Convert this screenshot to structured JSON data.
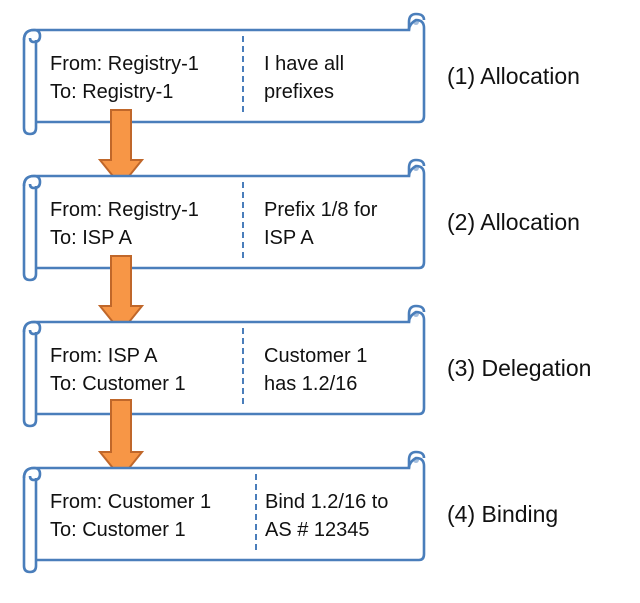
{
  "diagram": {
    "colors": {
      "scroll_stroke": "#4a7ebb",
      "scroll_fill": "#ffffff",
      "arrow_fill": "#f79646",
      "arrow_stroke": "#c0672a",
      "text": "#111111"
    },
    "icons": [
      "scroll-shape",
      "down-arrow"
    ],
    "records": [
      {
        "from_line": "From: Registry-1",
        "to_line": "To: Registry-1",
        "desc_line1": "I have all",
        "desc_line2": "prefixes",
        "step": "(1) Allocation"
      },
      {
        "from_line": "From: Registry-1",
        "to_line": "To: ISP A",
        "desc_line1": "Prefix 1/8 for",
        "desc_line2": "ISP A",
        "step": "(2) Allocation"
      },
      {
        "from_line": "From: ISP A",
        "to_line": "To: Customer 1",
        "desc_line1": "Customer 1",
        "desc_line2": "has 1.2/16",
        "step": "(3) Delegation"
      },
      {
        "from_line": "From: Customer 1",
        "to_line": "To: Customer 1",
        "desc_line1": "Bind 1.2/16 to",
        "desc_line2": "AS # 12345",
        "step": "(4) Binding"
      }
    ]
  }
}
